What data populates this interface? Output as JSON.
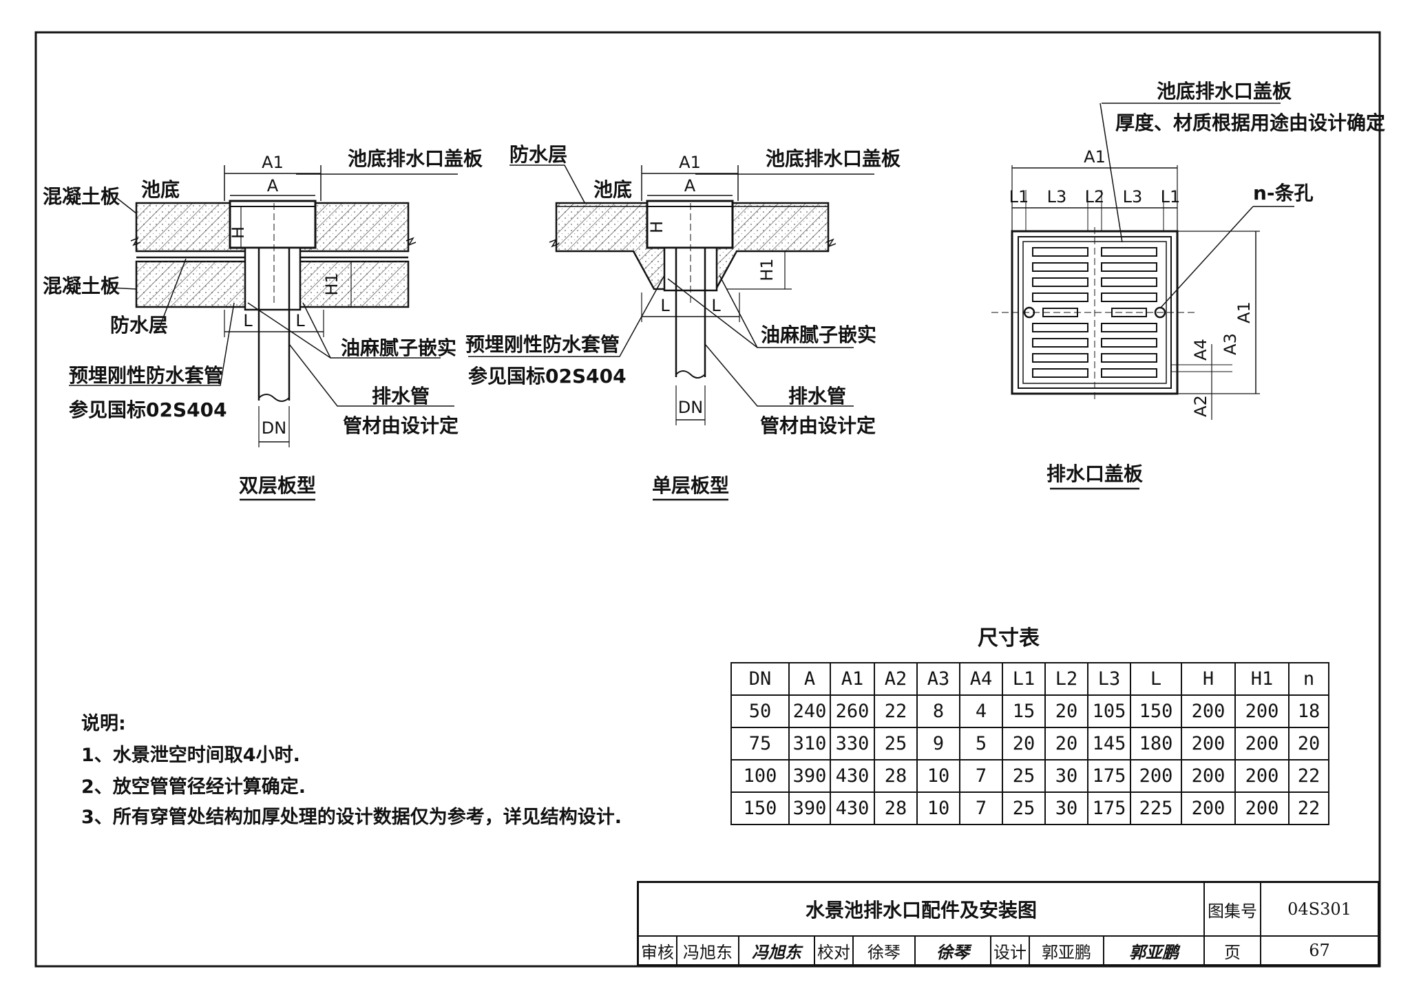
{
  "drawings": {
    "double_layer": {
      "title": "双层板型",
      "labels": {
        "concrete_top": "混凝土板",
        "pool_bottom": "池底",
        "concrete_bottom": "混凝土板",
        "waterproof_layer": "防水层",
        "sleeve": "预埋刚性防水套管",
        "sleeve_ref": "参见国标02S404",
        "cover_plate": "池底排水口盖板",
        "putty": "油麻腻子嵌实",
        "drain_pipe": "排水管",
        "pipe_material": "管材由设计定"
      },
      "dims": {
        "a1": "A1",
        "a": "A",
        "h": "H",
        "h1": "H1",
        "l_left": "L",
        "l_right": "L",
        "dn": "DN"
      }
    },
    "single_layer": {
      "title": "单层板型",
      "labels": {
        "waterproof_layer": "防水层",
        "pool_bottom": "池底",
        "cover_plate": "池底排水口盖板",
        "sleeve": "预埋刚性防水套管",
        "sleeve_ref": "参见国标02S404",
        "putty": "油麻腻子嵌实",
        "drain_pipe": "排水管",
        "pipe_material": "管材由设计定"
      },
      "dims": {
        "a1": "A1",
        "a": "A",
        "h": "H",
        "h1": "H1",
        "l_left": "L",
        "l_right": "L",
        "dn": "DN"
      }
    },
    "cover_plate": {
      "title": "排水口盖板",
      "labels": {
        "cover_plate": "池底排水口盖板",
        "thickness_note": "厚度、材质根据用途由设计确定",
        "slots": "n-条孔"
      },
      "dims": {
        "a1_top": "A1",
        "l1_left": "L1",
        "l3_left": "L3",
        "l2": "L2",
        "l3_right": "L3",
        "l1_right": "L1",
        "a1_side": "A1",
        "a3": "A3",
        "a4": "A4",
        "a2": "A2"
      }
    }
  },
  "notes": {
    "heading": "说明:",
    "items": [
      "1、水景泄空时间取4小时.",
      "2、放空管管径经计算确定.",
      "3、所有穿管处结构加厚处理的设计数据仅为参考，详见结构设计."
    ]
  },
  "dimension_table": {
    "title": "尺寸表",
    "headers": [
      "DN",
      "A",
      "A1",
      "A2",
      "A3",
      "A4",
      "L1",
      "L2",
      "L3",
      "L",
      "H",
      "H1",
      "n"
    ],
    "rows": [
      [
        "50",
        "240",
        "260",
        "22",
        "8",
        "4",
        "15",
        "20",
        "105",
        "150",
        "200",
        "200",
        "18"
      ],
      [
        "75",
        "310",
        "330",
        "25",
        "9",
        "5",
        "20",
        "20",
        "145",
        "180",
        "200",
        "200",
        "20"
      ],
      [
        "100",
        "390",
        "430",
        "28",
        "10",
        "7",
        "25",
        "30",
        "175",
        "200",
        "200",
        "200",
        "22"
      ],
      [
        "150",
        "390",
        "430",
        "28",
        "10",
        "7",
        "25",
        "30",
        "175",
        "225",
        "200",
        "200",
        "22"
      ]
    ]
  },
  "title_block": {
    "drawing_title": "水景池排水口配件及安装图",
    "atlas_label": "图集号",
    "atlas_no": "04S301",
    "review_label": "审核",
    "reviewer": "冯旭东",
    "reviewer_sig": "冯旭东",
    "check_label": "校对",
    "checker": "徐琴",
    "checker_sig": "徐琴",
    "design_label": "设计",
    "designer": "郭亚鹏",
    "designer_sig": "郭亚鹏",
    "page_label": "页",
    "page_no": "67"
  }
}
